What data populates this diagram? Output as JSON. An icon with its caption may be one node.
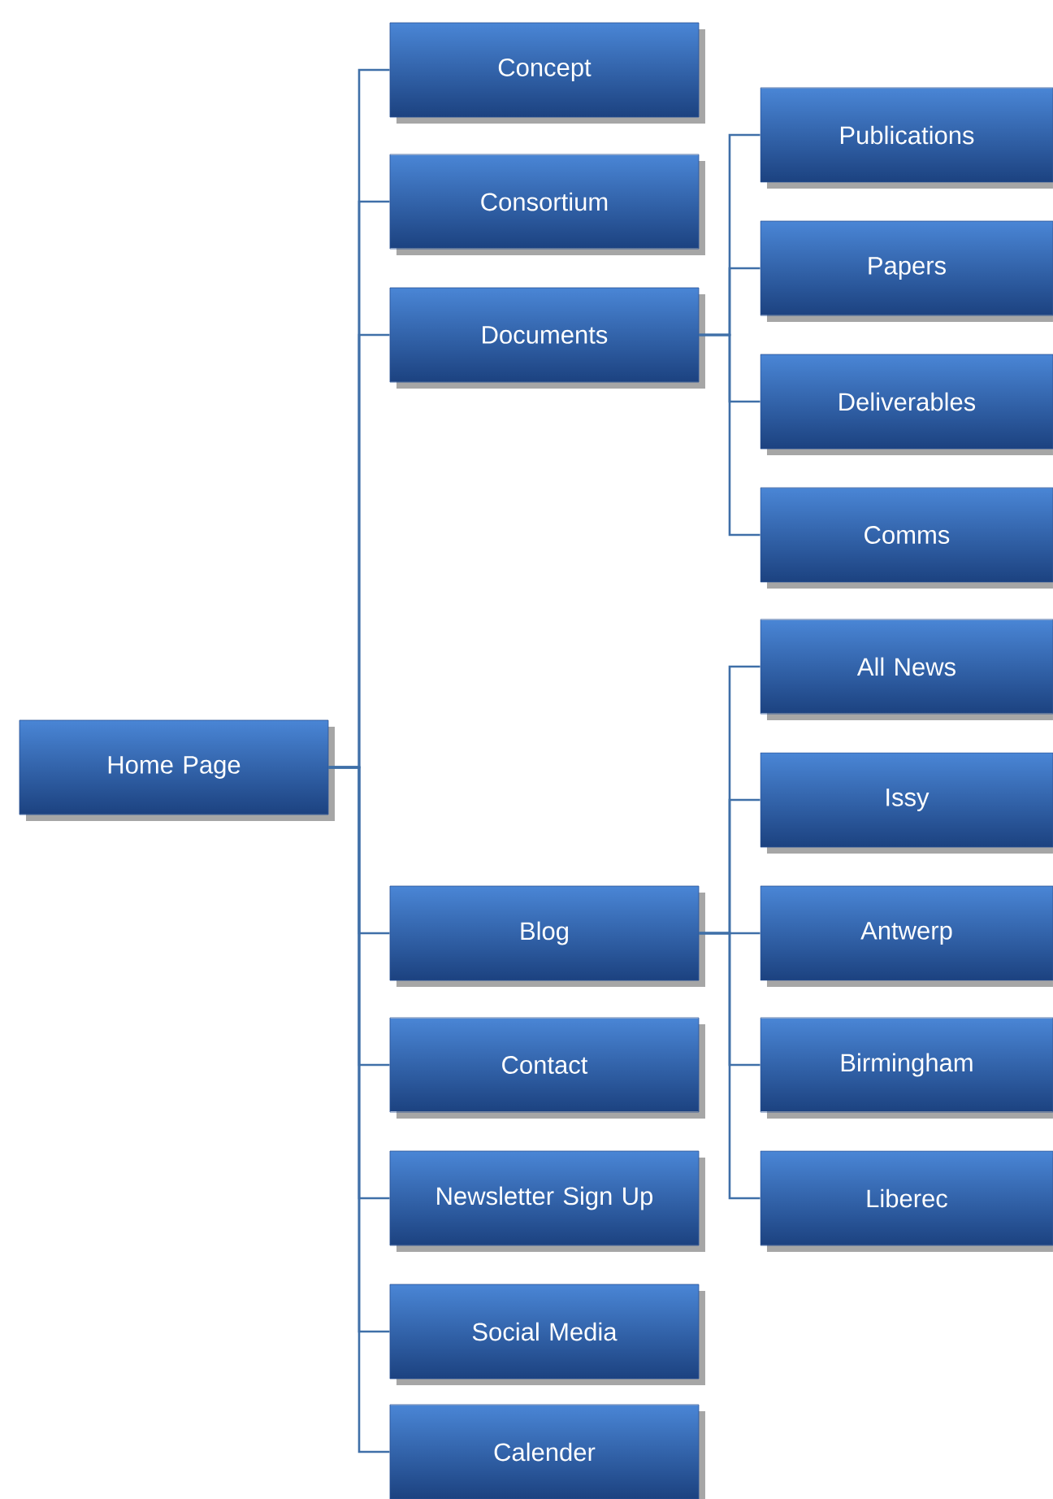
{
  "diagram": {
    "nodes": [
      {
        "text": [
          "Home Page"
        ]
      },
      {
        "text": [
          "Concept"
        ]
      },
      {
        "text": [
          "Consortium"
        ]
      },
      {
        "text": [
          "Documents"
        ]
      },
      {
        "text": [
          "Publications"
        ]
      },
      {
        "text": [
          "Papers"
        ]
      },
      {
        "text": [
          "Deliverables"
        ]
      },
      {
        "text": [
          "Comms"
        ]
      },
      {
        "text": [
          "All News"
        ]
      },
      {
        "text": [
          "Issy"
        ]
      },
      {
        "text": [
          "Antwerp"
        ]
      },
      {
        "text": [
          "Birmingham"
        ]
      },
      {
        "text": [
          "Liberec"
        ]
      },
      {
        "text": [
          "Blog"
        ]
      },
      {
        "text": [
          "Contact"
        ]
      },
      {
        "text": [
          "Newsletter Sign Up"
        ]
      },
      {
        "text": [
          "Social Media"
        ]
      },
      {
        "text": [
          "Calender"
        ]
      }
    ],
    "edges": [
      {
        "from": 0,
        "to": 1,
        "arrow": "none"
      },
      {
        "from": 0,
        "to": 2,
        "arrow": "none"
      },
      {
        "from": 0,
        "to": 3,
        "arrow": "none"
      },
      {
        "from": 3,
        "to": 4,
        "arrow": "none"
      },
      {
        "from": 3,
        "to": 5,
        "arrow": "none"
      },
      {
        "from": 3,
        "to": 6,
        "arrow": "none"
      },
      {
        "from": 3,
        "to": 7,
        "arrow": "none"
      },
      {
        "from": 13,
        "to": 8,
        "arrow": "none"
      },
      {
        "from": 13,
        "to": 9,
        "arrow": "none"
      },
      {
        "from": 13,
        "to": 10,
        "arrow": "none"
      },
      {
        "from": 13,
        "to": 11,
        "arrow": "none"
      },
      {
        "from": 13,
        "to": 12,
        "arrow": "none"
      },
      {
        "from": 0,
        "to": 13,
        "arrow": "none"
      },
      {
        "from": 0,
        "to": 14,
        "arrow": "none"
      },
      {
        "from": 0,
        "to": 15,
        "arrow": "none"
      },
      {
        "from": 0,
        "to": 16,
        "arrow": "none"
      },
      {
        "from": 0,
        "to": 17,
        "arrow": "none"
      }
    ]
  }
}
